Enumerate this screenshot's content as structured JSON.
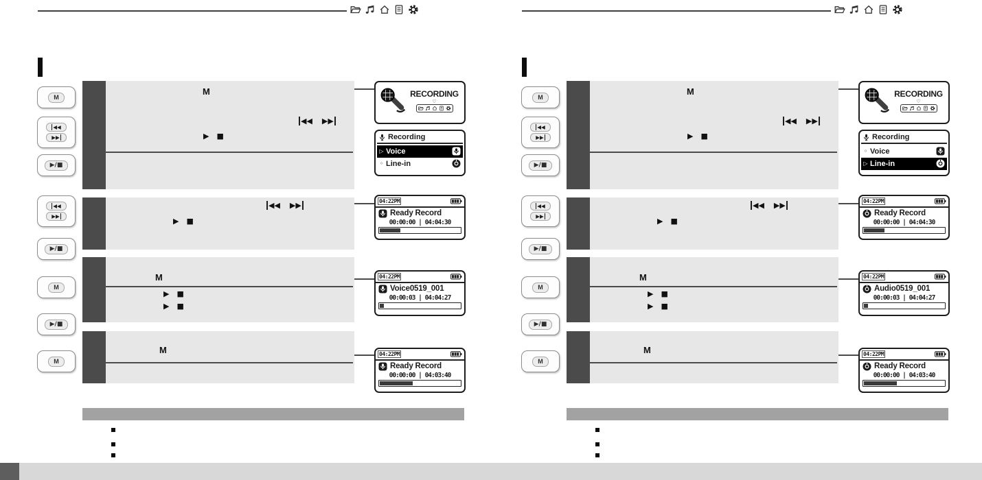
{
  "glyphs": {
    "m": "M",
    "prev": "◀◀",
    "next": "▶▶",
    "playstop": "▶/■",
    "play": "▶",
    "stop": "■",
    "selected_marker": "▷",
    "item_marker": "◦",
    "strip_marker": "♡"
  },
  "header": {
    "icons": [
      "folder",
      "music",
      "home",
      "document",
      "settings"
    ]
  },
  "pages": [
    {
      "name": "voice-recording",
      "screens": {
        "recording": {
          "title": "RECORDING"
        },
        "menu": {
          "title": "Recording",
          "selected_index": 0,
          "items": [
            {
              "label": "Voice"
            },
            {
              "label": "Line-in"
            }
          ]
        },
        "ready1": {
          "time": "04:22PM",
          "title": "Ready Record",
          "counter": "00:00:00 | 04:04:30",
          "progress": 0.25
        },
        "file": {
          "time": "04:22PM",
          "title": "Voice0519_001",
          "counter": "00:00:03 | 04:04:27",
          "progress": 0.05
        },
        "ready2": {
          "time": "04:22PM",
          "title": "Ready Record",
          "counter": "00:00:00 | 04:03:40",
          "progress": 0.4
        }
      }
    },
    {
      "name": "line-in-recording",
      "screens": {
        "recording": {
          "title": "RECORDING"
        },
        "menu": {
          "title": "Recording",
          "selected_index": 1,
          "items": [
            {
              "label": "Voice"
            },
            {
              "label": "Line-in"
            }
          ]
        },
        "ready1": {
          "time": "04:22PM",
          "title": "Ready Record",
          "counter": "00:00:00 | 04:04:30",
          "progress": 0.25
        },
        "file": {
          "time": "04:22PM",
          "title": "Audio0519_001",
          "counter": "00:00:03 | 04:04:27",
          "progress": 0.05
        },
        "ready2": {
          "time": "04:22PM",
          "title": "Ready Record",
          "counter": "00:00:00 | 04:03:40",
          "progress": 0.4
        }
      }
    }
  ]
}
